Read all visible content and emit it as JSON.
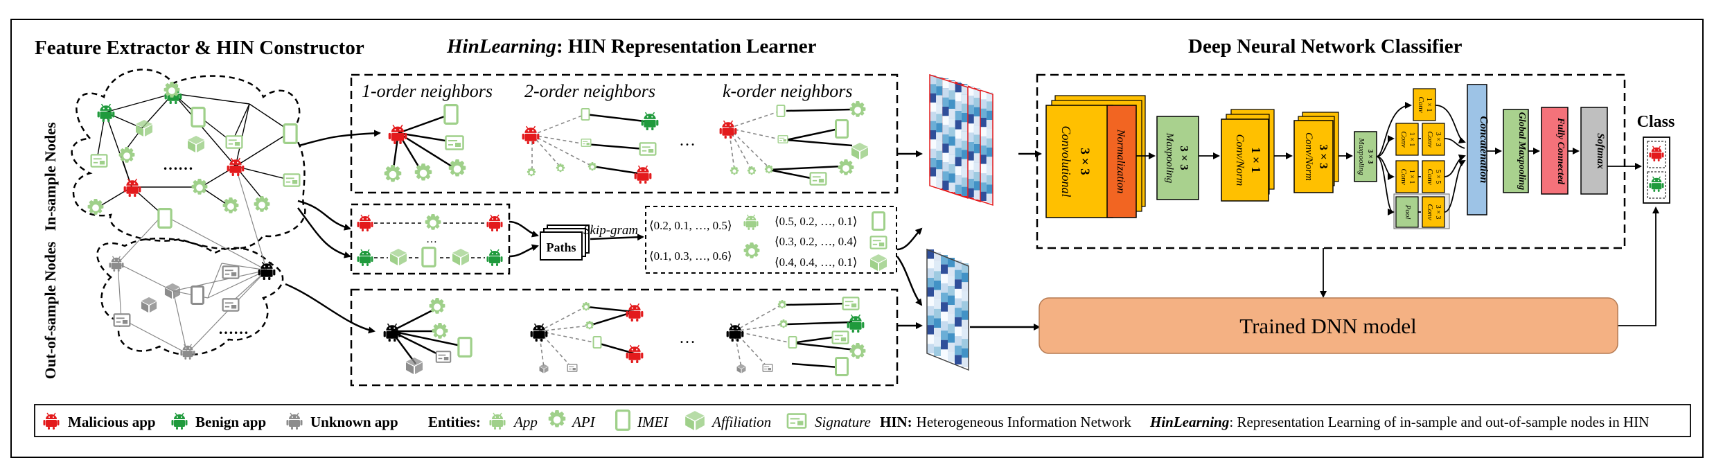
{
  "sections": {
    "feature_extractor": "Feature Extractor & HIN Constructor",
    "hinlearning_italic": "HinLearning",
    "hinlearning_rest": ": HIN Representation Learner",
    "classifier": "Deep Neural Network Classifier"
  },
  "node_groups": {
    "in_sample": "In-sample Nodes",
    "out_of_sample": "Out-of-sample Nodes",
    "ellipsis": "……"
  },
  "neighbors": {
    "first": "1-order neighbors",
    "second": "2-order neighbors",
    "kth": "k-order neighbors",
    "ellipsis": "…"
  },
  "paths": {
    "paths_label": "Paths",
    "skip_gram": "Skip-gram",
    "vectors": [
      "⟨0.2, 0.1, …, 0.5⟩",
      "⟨0.1, 0.3, …, 0.6⟩",
      "⟨0.5, 0.2, …, 0.1⟩",
      "⟨0.3, 0.2, …, 0.4⟩",
      "⟨0.4, 0.4, …, 0.1⟩"
    ]
  },
  "dnn": {
    "conv": "3 × 3",
    "conv_sub": "Convolutional",
    "normalization": "Normalization",
    "maxpool": "3 × 3",
    "maxpool_sub": "Maxpooling",
    "conv_norm_1": "1 × 1",
    "conv_norm_1_sub": "Conv/Norm",
    "conv_norm_3": "3 × 3",
    "conv_norm_3_sub": "Conv/Norm",
    "small_maxpool": "3 × 3",
    "small_maxpool_sub": "Maxpooling",
    "inception": [
      {
        "size": "1 × 1",
        "label": "Conv"
      },
      {
        "size": "1 × 1",
        "label": "Conv"
      },
      {
        "size": "3 × 3",
        "label": "Conv"
      },
      {
        "size": "1 × 1",
        "label": "Conv"
      },
      {
        "size": "5 × 5",
        "label": "Conv"
      },
      {
        "size": "",
        "label": "Pool"
      },
      {
        "size": "3 × 3",
        "label": "Conv"
      }
    ],
    "concatenation": "Concatenation",
    "global_maxpooling": "Global Maxpooling",
    "fully_connected": "Fully Connected",
    "softmax": "Softmax",
    "class": "Class",
    "trained_model": "Trained DNN model"
  },
  "legend": {
    "malicious": "Malicious app",
    "benign": "Benign app",
    "unknown": "Unknown app",
    "entities": "Entities:",
    "app": "App",
    "api": "API",
    "imei": "IMEI",
    "affiliation": "Affiliation",
    "signature": "Signature",
    "hin_abbr": "HIN:",
    "hin_full": "Heterogeneous Information Network",
    "hinlearning_abbr": "HinLearning",
    "hinlearning_full": ": Representation Learning of in-sample and out-of-sample nodes in HIN"
  },
  "colors": {
    "malicious": "#e31a1c",
    "benign": "#1f9a3c",
    "unknown": "#8c8c8c",
    "entity": "#9fd08a",
    "conv_yellow": "#ffc000",
    "norm_orange": "#f26522",
    "maxpool_green": "#a9d18e",
    "concat_blue": "#9dc3e6",
    "fc_red": "#f4727a",
    "softmax_grey": "#bfbfbf",
    "trained_orange": "#f4b183",
    "heat_dark": "#2f4f9a"
  }
}
